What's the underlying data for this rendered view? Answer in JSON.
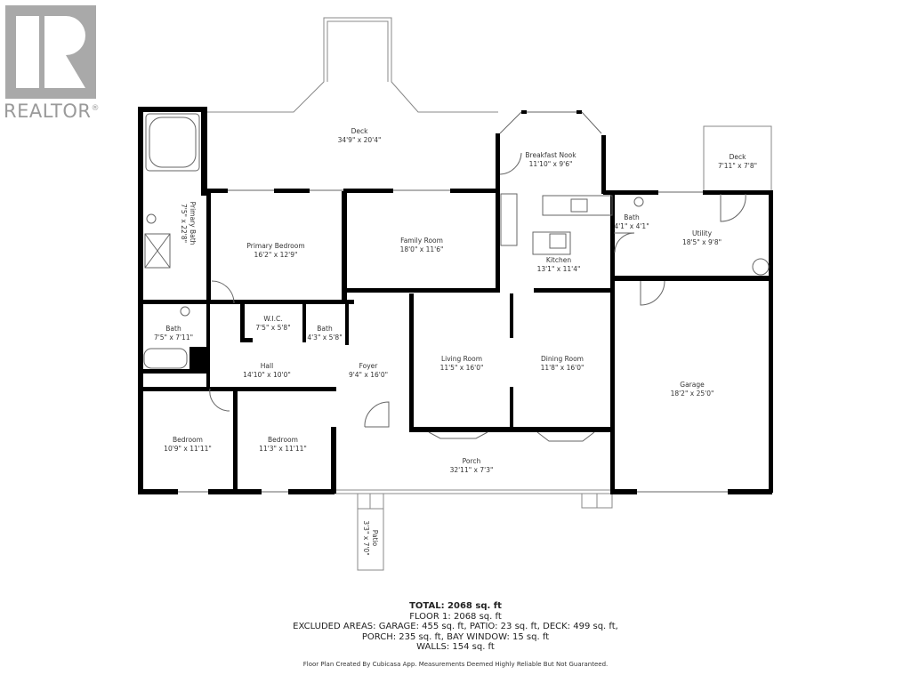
{
  "logo": {
    "text": "REALTOR",
    "mark": "®"
  },
  "rooms": [
    {
      "id": "deck-main",
      "name": "Deck",
      "dims": "34'9\" x 20'4\""
    },
    {
      "id": "primary-bath",
      "name": "Primary Bath",
      "dims": "7'5\" x 22'8\""
    },
    {
      "id": "primary-bedroom",
      "name": "Primary Bedroom",
      "dims": "16'2\" x 12'9\""
    },
    {
      "id": "family-room",
      "name": "Family Room",
      "dims": "18'0\" x 11'6\""
    },
    {
      "id": "breakfast-nook",
      "name": "Breakfast Nook",
      "dims": "11'10\" x 9'6\""
    },
    {
      "id": "kitchen",
      "name": "Kitchen",
      "dims": "13'1\" x 11'4\""
    },
    {
      "id": "bath-small",
      "name": "Bath",
      "dims": "4'1\" x 4'1\""
    },
    {
      "id": "utility",
      "name": "Utility",
      "dims": "18'5\" x 9'8\""
    },
    {
      "id": "deck-small",
      "name": "Deck",
      "dims": "7'11\" x 7'8\""
    },
    {
      "id": "bath-hall",
      "name": "Bath",
      "dims": "7'5\" x 7'11\""
    },
    {
      "id": "wic",
      "name": "W.I.C.",
      "dims": "7'5\" x 5'8\""
    },
    {
      "id": "bath-wic",
      "name": "Bath",
      "dims": "4'3\" x 5'8\""
    },
    {
      "id": "hall",
      "name": "Hall",
      "dims": "14'10\" x 10'0\""
    },
    {
      "id": "foyer",
      "name": "Foyer",
      "dims": "9'4\" x 16'0\""
    },
    {
      "id": "living-room",
      "name": "Living Room",
      "dims": "11'5\" x 16'0\""
    },
    {
      "id": "dining-room",
      "name": "Dining Room",
      "dims": "11'8\" x 16'0\""
    },
    {
      "id": "garage",
      "name": "Garage",
      "dims": "18'2\" x 25'0\""
    },
    {
      "id": "bedroom-1",
      "name": "Bedroom",
      "dims": "10'9\" x 11'11\""
    },
    {
      "id": "bedroom-2",
      "name": "Bedroom",
      "dims": "11'3\" x 11'11\""
    },
    {
      "id": "porch",
      "name": "Porch",
      "dims": "32'11\" x 7'3\""
    },
    {
      "id": "patio",
      "name": "Patio",
      "dims": "3'3\" x 7'0\""
    }
  ],
  "summary": {
    "total": "TOTAL: 2068 sq. ft",
    "floor1": "FLOOR 1: 2068 sq. ft",
    "excluded_line1": "EXCLUDED AREAS: GARAGE: 455 sq. ft, PATIO: 23 sq. ft, DECK: 499 sq. ft,",
    "excluded_line2": "PORCH: 235 sq. ft, BAY WINDOW: 15 sq. ft",
    "walls": "WALLS: 154 sq. ft"
  },
  "credit": "Floor Plan Created By Cubicasa App. Measurements Deemed Highly Reliable But Not Guaranteed."
}
